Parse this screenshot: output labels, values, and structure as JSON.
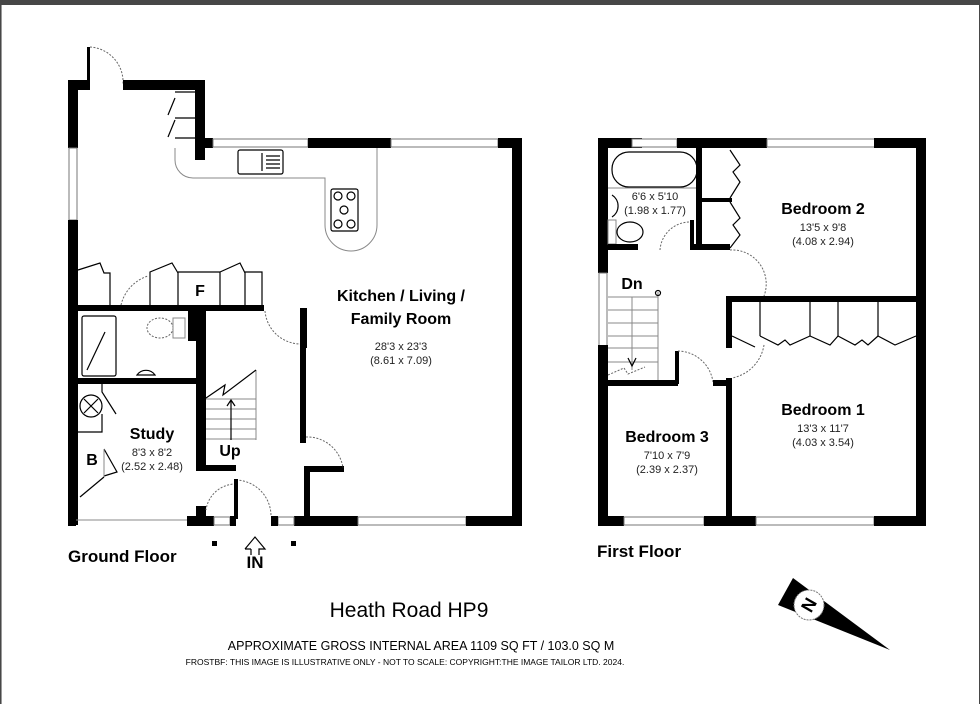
{
  "property": {
    "title": "Heath Road HP9",
    "area_text": "APPROXIMATE GROSS INTERNAL AREA 1109 SQ FT / 103.0 SQ M",
    "copyright": "FROSTBF: THIS IMAGE IS ILLUSTRATIVE ONLY - NOT TO SCALE: COPYRIGHT:THE IMAGE TAILOR LTD. 2024."
  },
  "ground_floor": {
    "label": "Ground Floor",
    "entrance_label": "IN",
    "stairs_label": "Up",
    "rooms": {
      "kitchen": {
        "name_line1": "Kitchen / Living /",
        "name_line2": "Family Room",
        "imperial": "28'3 x 23'3",
        "metric": "(8.61 x 7.09)"
      },
      "study": {
        "name": "Study",
        "imperial": "8'3 x 8'2",
        "metric": "(2.52 x 2.48)"
      }
    },
    "fridge_label": "F",
    "boiler_label": "B"
  },
  "first_floor": {
    "label": "First Floor",
    "stairs_label": "Dn",
    "rooms": {
      "bathroom": {
        "imperial": "6'6 x 5'10",
        "metric": "(1.98 x 1.77)"
      },
      "bedroom2": {
        "name": "Bedroom 2",
        "imperial": "13'5 x 9'8",
        "metric": "(4.08 x 2.94)"
      },
      "bedroom1": {
        "name": "Bedroom 1",
        "imperial": "13'3 x 11'7",
        "metric": "(4.03 x 3.54)"
      },
      "bedroom3": {
        "name": "Bedroom 3",
        "imperial": "7'10 x 7'9",
        "metric": "(2.39 x 2.37)"
      }
    }
  },
  "compass": {
    "label": "N"
  }
}
